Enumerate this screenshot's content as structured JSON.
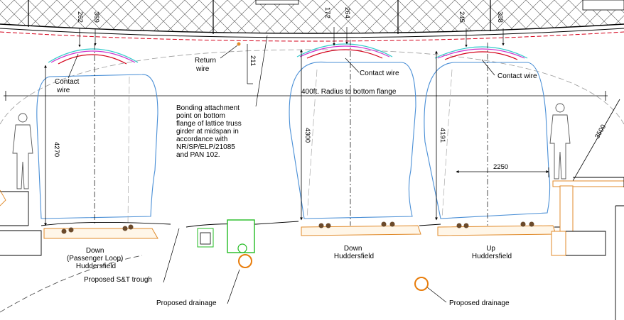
{
  "labels": {
    "contact_wire_left": [
      "Contact",
      "wire"
    ],
    "contact_wire_mid": "Contact wire",
    "contact_wire_right": "Contact wire",
    "return_wire": [
      "Return",
      "wire"
    ],
    "radius_note": "400ft. Radius to bottom flange",
    "bonding_note": [
      "Bonding attachment",
      "point on bottom",
      "flange of lattice truss",
      "girder at midspan in",
      "accordance with",
      "NR/SP/ELP/21085",
      "and PAN 102."
    ],
    "track_left": [
      "Down",
      "(Passenger Loop)",
      "Huddersfield"
    ],
    "track_mid": [
      "Down",
      "Huddersfield"
    ],
    "track_right": [
      "Up",
      "Huddersfield"
    ],
    "st_trough": "Proposed S&T trough",
    "drainage_left": "Proposed drainage",
    "drainage_right": "Proposed drainage"
  },
  "dimensions": {
    "d262": "262",
    "d369": "369",
    "d172": "172",
    "d264": "264",
    "d245": "245",
    "d308": "308",
    "d211": "211",
    "d4270": "4270",
    "d4300": "4300",
    "d4191": "4191",
    "d2250": "2250",
    "d3500": "3500"
  },
  "colors": {
    "gauge_outline": "#4a8fd6",
    "wire_red": "#d4001a",
    "wire_magenta": "#cc33cc",
    "wire_cyan": "#33cccc",
    "sleeper_orange": "#e08a2a",
    "drain_orange": "#e87d0c",
    "trough_green": "#22bb22",
    "structure": "#000000"
  }
}
